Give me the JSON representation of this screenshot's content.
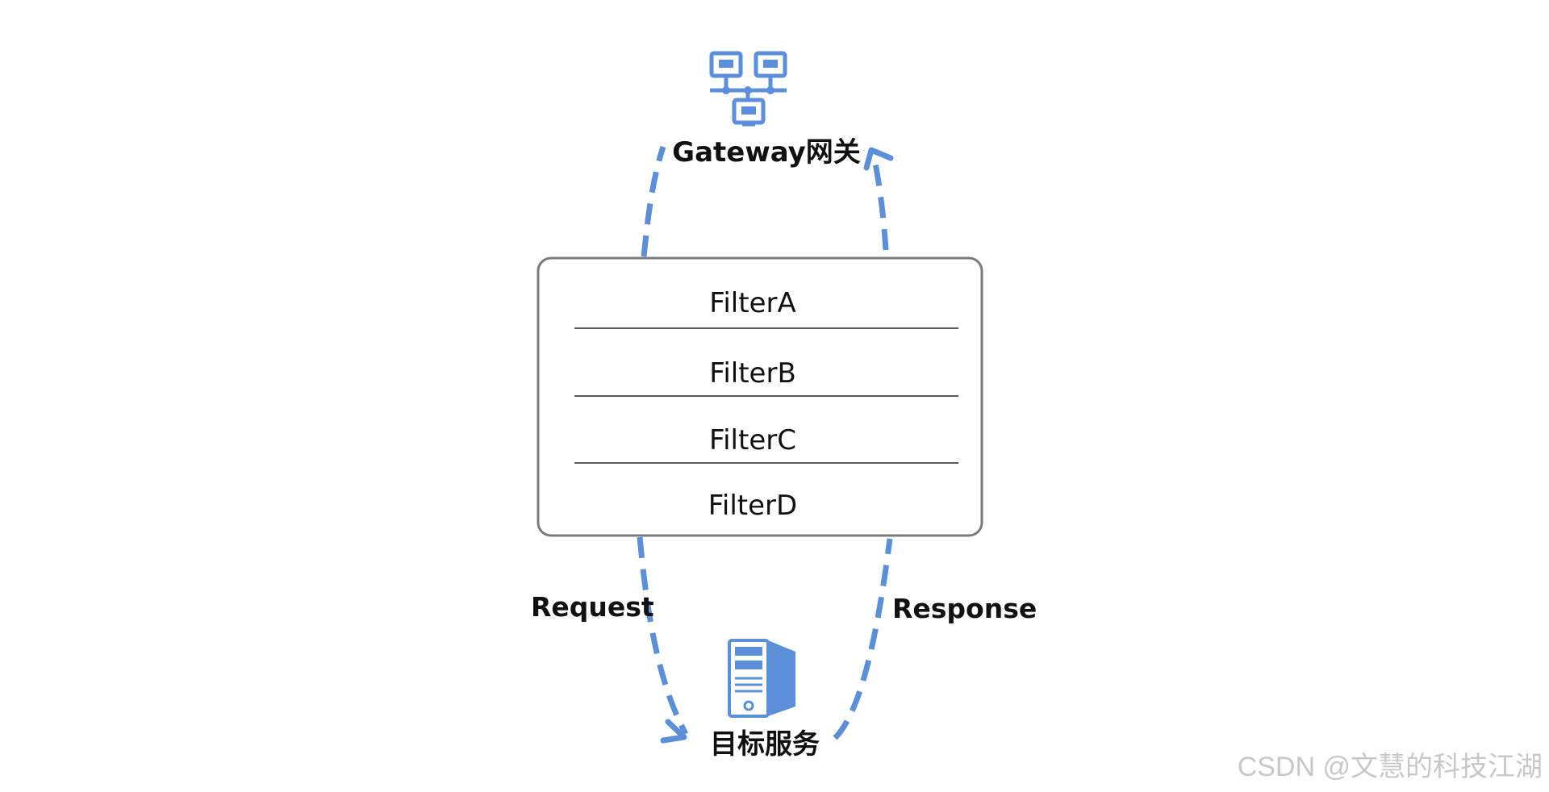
{
  "gateway": {
    "label": "Gateway网关",
    "icon": "network-icon",
    "color": "#5b8fd9"
  },
  "filters": [
    {
      "label": "FilterA"
    },
    {
      "label": "FilterB"
    },
    {
      "label": "FilterC"
    },
    {
      "label": "FilterD"
    }
  ],
  "flows": {
    "request_label": "Request",
    "response_label": "Response"
  },
  "target": {
    "label": "目标服务",
    "icon": "server-icon"
  },
  "watermark": "CSDN @文慧的科技江湖"
}
